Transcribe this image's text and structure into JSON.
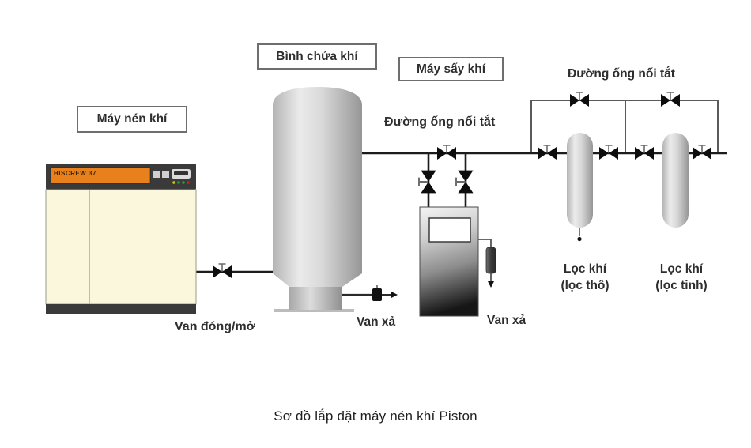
{
  "caption": "Sơ đồ lắp đặt máy nén khí Piston",
  "labels": {
    "compressor": "Máy nén khí",
    "tank": "Bình chứa khí",
    "dryer": "Máy sấy khí",
    "dryer_bypass": "Đường ống nối tắt",
    "filter_bypass": "Đường ống nối tắt",
    "shutoff_valve": "Van đóng/mở",
    "tank_drain_valve": "Van xả",
    "dryer_drain_valve": "Van xả",
    "coarse_filter_line1": "Lọc khí",
    "coarse_filter_line2": "(lọc thô)",
    "fine_filter_line1": "Lọc khí",
    "fine_filter_line2": "(lọc tinh)"
  },
  "compressor_panel": {
    "model": "HISCREW 37"
  },
  "icons": {
    "valve": "bowtie-valve-icon",
    "drain_plug": "drain-plug-icon",
    "flow_arrow": "arrow-icon",
    "drain_trap": "drain-trap-icon"
  },
  "colors": {
    "background": "#ffffff",
    "pipe": "#1c1c1c",
    "bypass_pipe": "#5a5a5a",
    "valve": "#0d0d0d",
    "vessel_light": "#ececec",
    "vessel_dark": "#989898",
    "compressor_body": "#faf7dc",
    "compressor_band": "#3a3a3a",
    "display_orange": "#e8811c",
    "indicator_yellow": "#d9c21a",
    "indicator_green": "#2e9e3a",
    "indicator_red": "#cc2222",
    "text": "#2a2a2a"
  }
}
